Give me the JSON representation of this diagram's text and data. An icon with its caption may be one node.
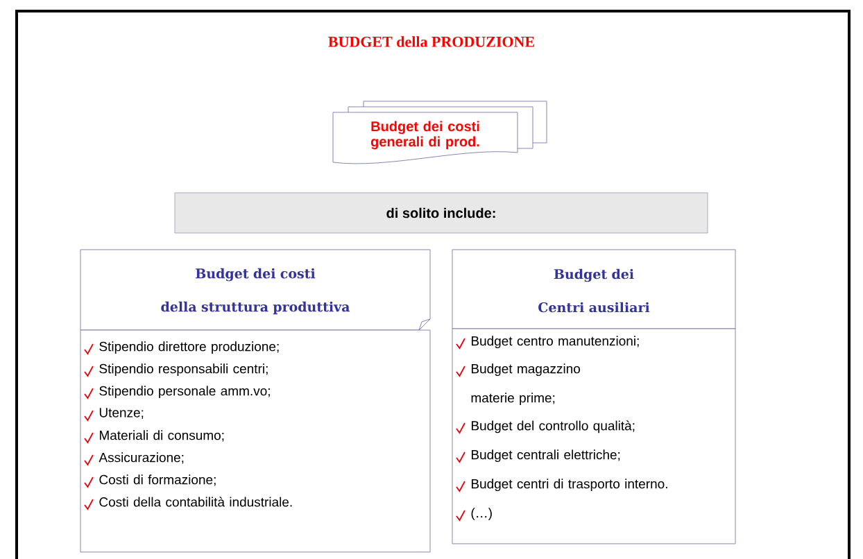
{
  "diagram": {
    "title": "BUDGET della PRODUZIONE",
    "nodes": [
      {
        "text": [
          "Budget dei costi generali di prod."
        ]
      },
      {
        "text": [
          "di solito include:"
        ]
      },
      {
        "text": [
          "Budget dei costi della struttura produttiva"
        ]
      },
      {
        "text": [
          "Stipendio direttore produzione;",
          "Stipendio responsabili centri;",
          "Stipendio personale amm.vo;",
          "Utenze;",
          "Materiali di consumo;",
          "Assicurazione;",
          "Costi di formazione;",
          "Costi della contabilità industriale."
        ]
      },
      {
        "text": [
          "Budget dei Centri ausiliari"
        ]
      },
      {
        "text": [
          "Budget centro manutenzioni;",
          "Budget magazzino materie prime;",
          "Budget del controllo qualità;",
          "Budget centrali elettriche;",
          "Budget centri di trasporto interno.",
          "(…)"
        ]
      }
    ]
  }
}
